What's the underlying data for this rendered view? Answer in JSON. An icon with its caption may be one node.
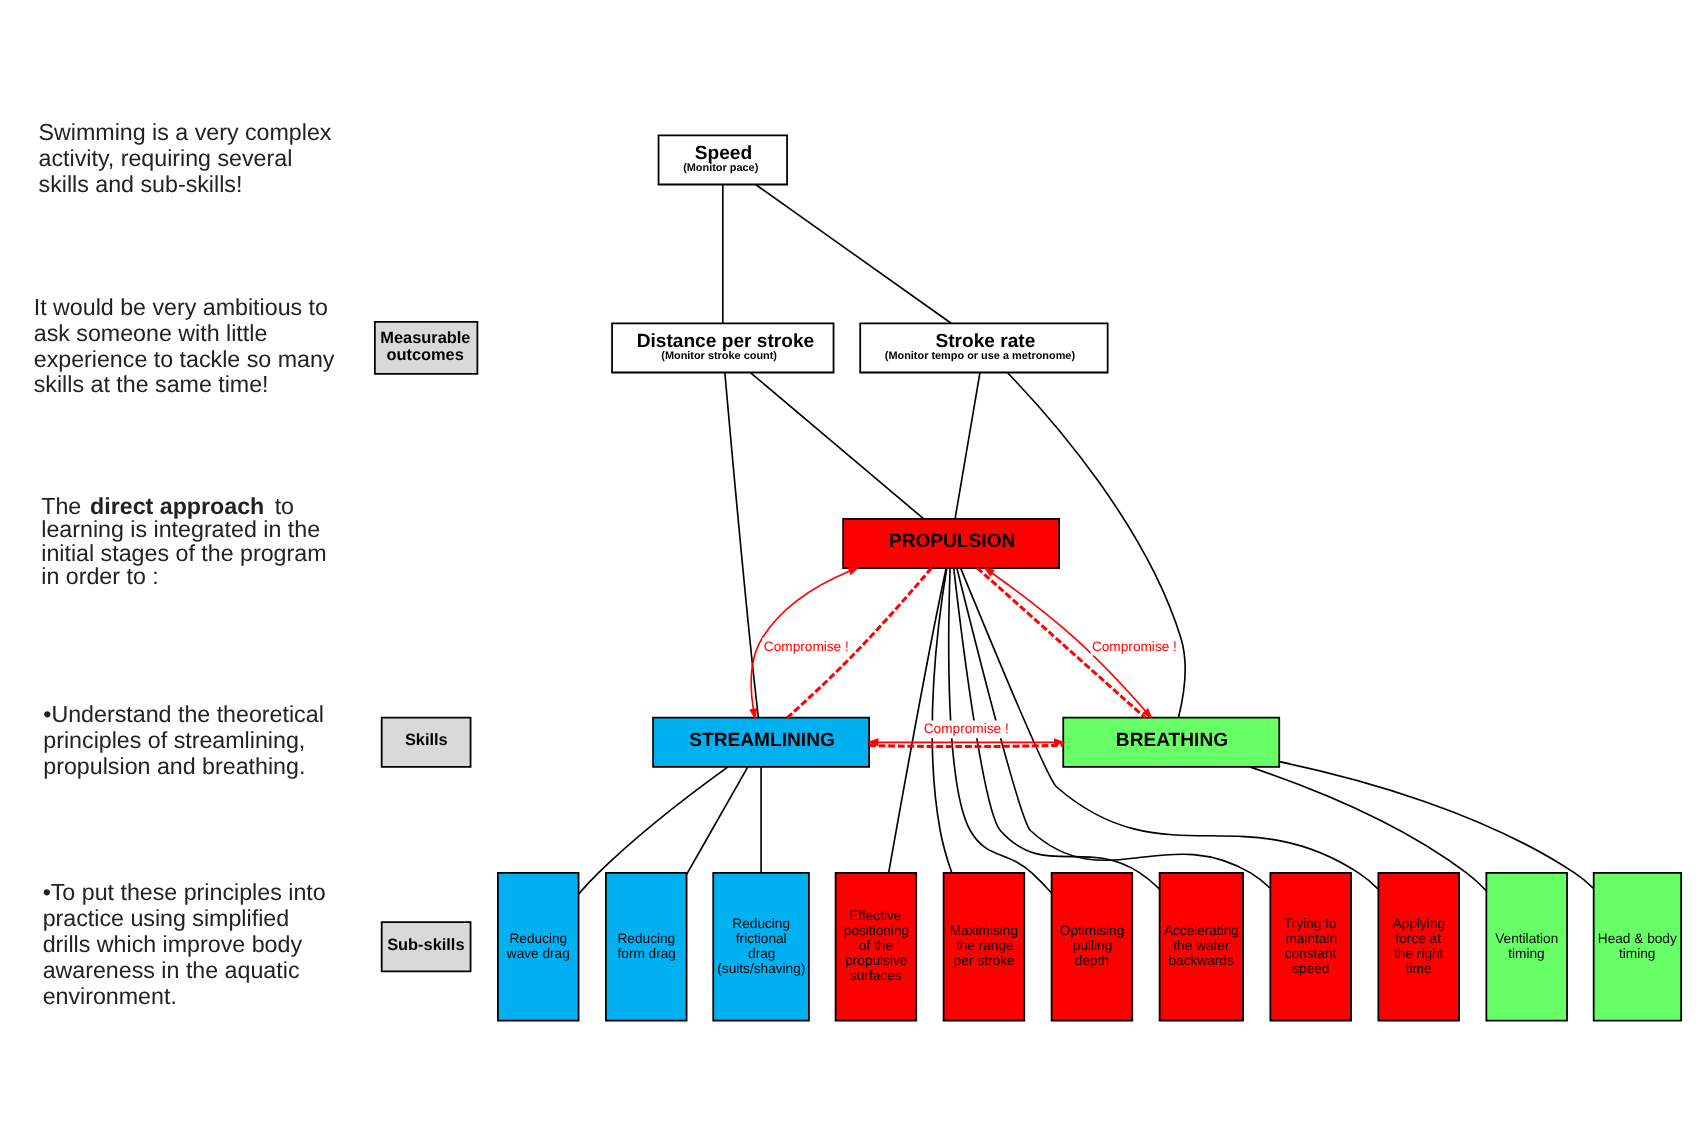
{
  "diagram": {
    "nodes": [
      {
        "text": [
          "Measurable outcomes"
        ]
      },
      {
        "text": [
          "Speed",
          "(Monitor pace)"
        ]
      },
      {
        "text": [
          "Distance per stroke",
          "(Monitor stroke count)"
        ]
      },
      {
        "text": [
          "Stroke rate",
          "(Monitor tempo or use a metronome)"
        ]
      },
      {
        "text": [
          "Skills"
        ]
      },
      {
        "text": [
          "PROPULSION"
        ]
      },
      {
        "text": [
          "STREAMLINING"
        ]
      },
      {
        "text": [
          "BREATHING"
        ]
      },
      {
        "text": [
          "Sub-skills"
        ]
      },
      {
        "text": [
          "Reducing wave drag"
        ]
      },
      {
        "text": [
          "Reducing form drag"
        ]
      },
      {
        "text": [
          "Reducing frictional drag (suits/shaving)"
        ]
      },
      {
        "text": [
          "Effective positioning of the propulsive surfaces"
        ]
      },
      {
        "text": [
          "Maximising the range per stroke"
        ]
      },
      {
        "text": [
          "Optimising pulling depth"
        ]
      },
      {
        "text": [
          "Accelerating the water backwards"
        ]
      },
      {
        "text": [
          "Trying to maintain constant speed"
        ]
      },
      {
        "text": [
          "Applying force at the right time"
        ]
      },
      {
        "text": [
          "Ventilation timing"
        ]
      },
      {
        "text": [
          "Head & body timing"
        ]
      }
    ],
    "edges": [
      {
        "from": 1,
        "to": 2,
        "arrow": "none"
      },
      {
        "from": 1,
        "to": 3,
        "arrow": "none"
      },
      {
        "from": 2,
        "to": 6,
        "arrow": "none"
      },
      {
        "from": 2,
        "to": 5,
        "arrow": "none"
      },
      {
        "from": 3,
        "to": 5,
        "arrow": "none"
      },
      {
        "from": 3,
        "to": 7,
        "arrow": "none"
      },
      {
        "from": 5,
        "to": 6,
        "arrow": "none",
        "style": "dashed",
        "color": "#ff0000"
      },
      {
        "from": 5,
        "to": 6,
        "arrow": "both",
        "label": "Compromise !",
        "color": "#ff0000"
      },
      {
        "from": 5,
        "to": 7,
        "arrow": "none",
        "style": "dashed",
        "color": "#ff0000"
      },
      {
        "from": 5,
        "to": 7,
        "arrow": "both",
        "label": "Compromise !",
        "color": "#ff0000"
      },
      {
        "from": 6,
        "to": 7,
        "arrow": "none",
        "style": "dashed",
        "color": "#ff0000"
      },
      {
        "from": 6,
        "to": 7,
        "arrow": "both",
        "label": "Compromise !",
        "color": "#ff0000"
      },
      {
        "from": 6,
        "to": 9,
        "arrow": "none"
      },
      {
        "from": 6,
        "to": 10,
        "arrow": "none"
      },
      {
        "from": 6,
        "to": 11,
        "arrow": "none"
      },
      {
        "from": 5,
        "to": 12,
        "arrow": "none"
      },
      {
        "from": 5,
        "to": 13,
        "arrow": "none"
      },
      {
        "from": 5,
        "to": 14,
        "arrow": "none"
      },
      {
        "from": 5,
        "to": 15,
        "arrow": "none"
      },
      {
        "from": 5,
        "to": 16,
        "arrow": "none"
      },
      {
        "from": 5,
        "to": 17,
        "arrow": "none"
      },
      {
        "from": 7,
        "to": 18,
        "arrow": "none"
      },
      {
        "from": 7,
        "to": 19,
        "arrow": "none"
      }
    ],
    "labels": [
      "Swimming is a very complex activity, requiring several skills and sub-skills!",
      "It would be very ambitious to ask someone with little experience to tackle so many skills at the same time!",
      "The **direct approach** to learning is integrated in the initial stages of the program in order to :",
      "•Understand the theoretical principles of streamlining, propulsion and breathing.",
      "•To put these principles into practice using simplified drills which improve body awareness in the aquatic environment."
    ]
  }
}
